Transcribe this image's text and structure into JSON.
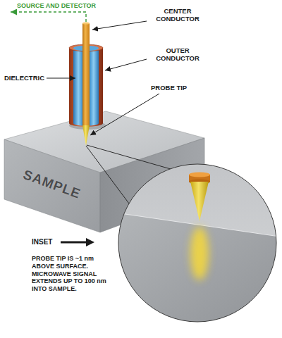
{
  "diagram": {
    "nodes": [
      {
        "text": [
          "SAMPLE"
        ]
      }
    ],
    "labels": [
      "SOURCE AND DETECTOR",
      "CENTER CONDUCTOR",
      "OUTER CONDUCTOR",
      "DIELECTRIC",
      "PROBE TIP",
      "INSET",
      "PROBE TIP IS ~1 nm ABOVE SURFACE. MICROWAVE SIGNAL EXTENDS UP TO 100 nm INTO SAMPLE."
    ]
  }
}
